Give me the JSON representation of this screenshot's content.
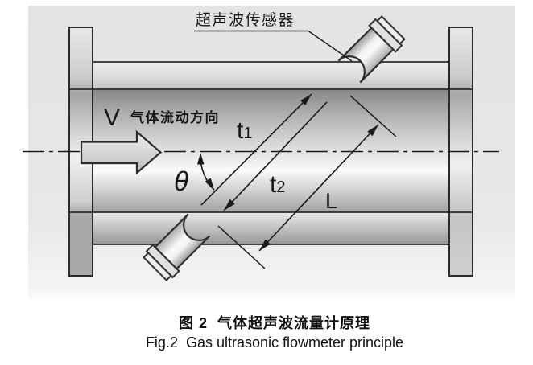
{
  "figure": {
    "sensor_label": "超声波传感器",
    "velocity_symbol": "V",
    "flow_direction_label": "气体流动方向",
    "time1": {
      "base": "t",
      "sub": "1"
    },
    "time2": {
      "base": "t",
      "sub": "2"
    },
    "angle_symbol": "θ",
    "path_length_symbol": "L"
  },
  "caption": {
    "line1_zh": "图 2  气体超声波流量计原理",
    "line2_en": "Fig.2  Gas ultrasonic flowmeter principle"
  },
  "colors": {
    "panel_background": "#e7e7e7",
    "outline": "#2b2b2b",
    "annotation_line": "#1a1a1a",
    "metal_light": "#f5f5f5",
    "metal_mid": "#c9c9c9",
    "metal_dark": "#8f8f8f",
    "flange_bottom_dark": "#a8a8a8",
    "text": "#111111"
  }
}
